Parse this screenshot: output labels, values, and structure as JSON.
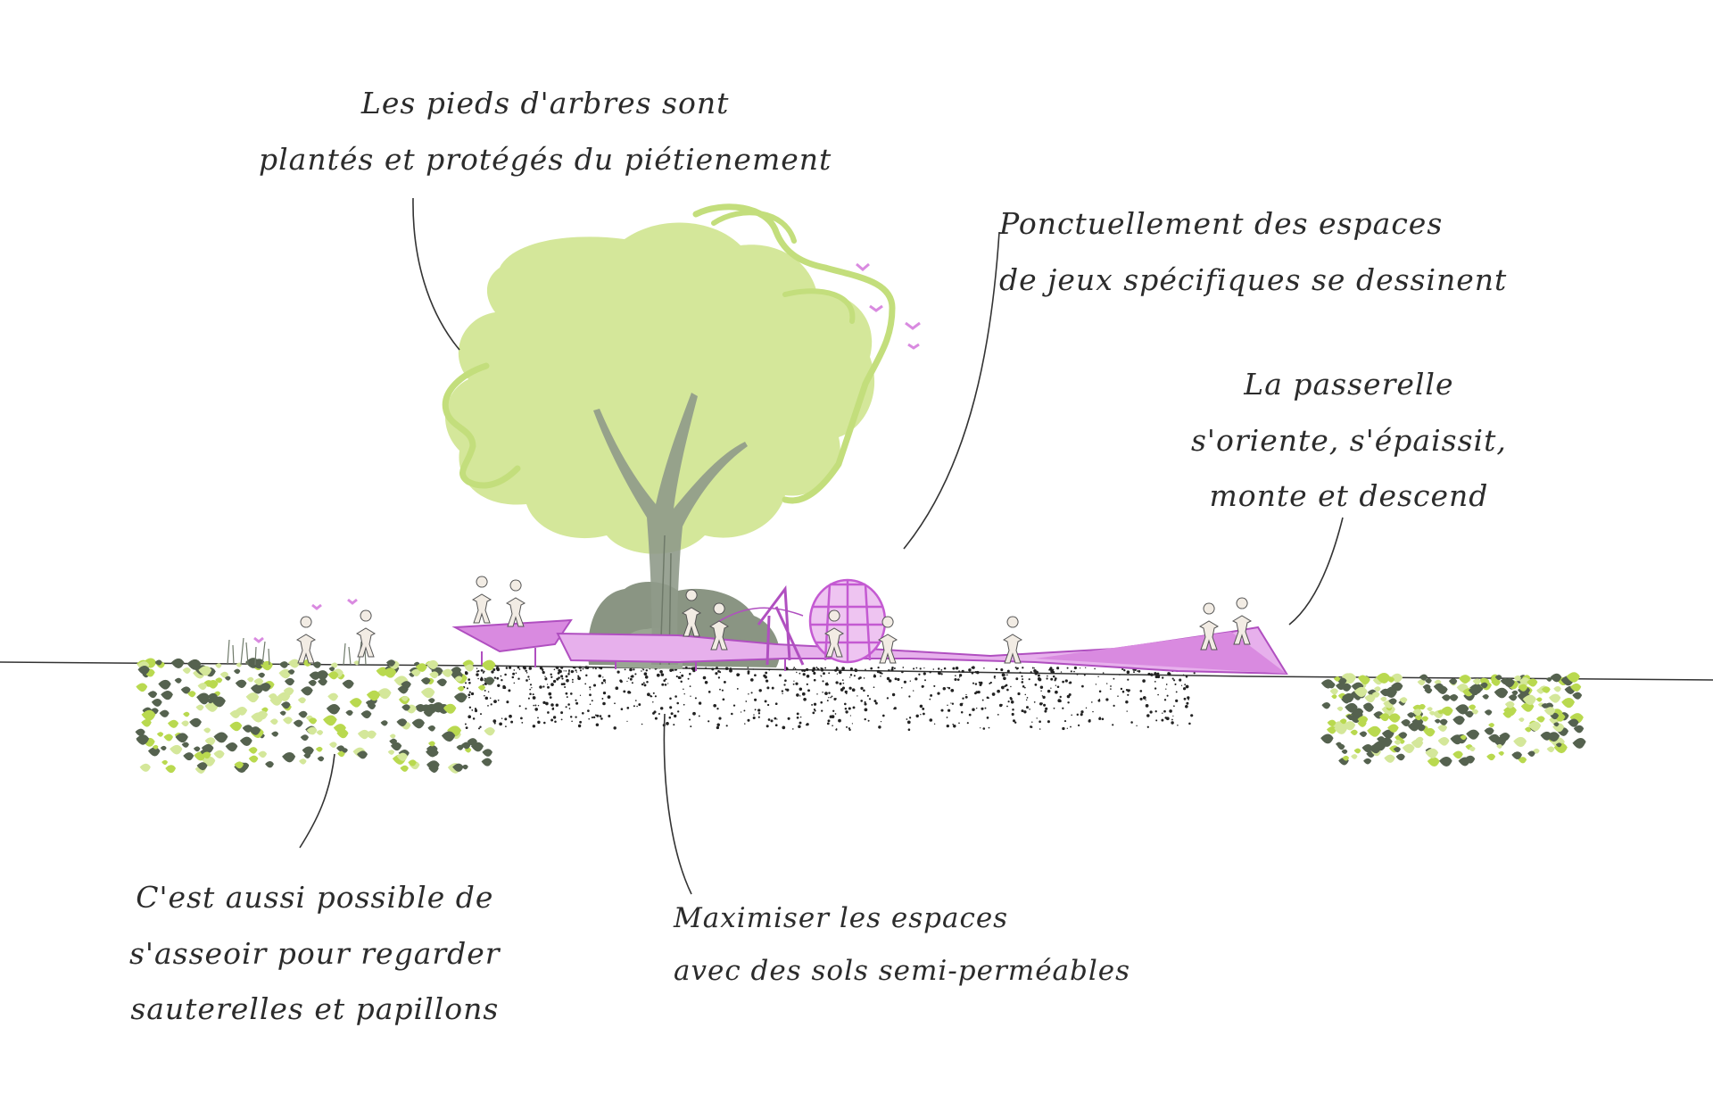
{
  "annotations": {
    "tree_feet": {
      "lines": [
        "Les pieds d'arbres sont",
        "plantés et protégés du piétienement"
      ]
    },
    "play_spaces": {
      "lines": [
        "Ponctuellement des espaces",
        "de jeux spécifiques se dessinent"
      ]
    },
    "footbridge": {
      "lines": [
        "La passerelle",
        "s'oriente, s'épaissit,",
        "monte et descend"
      ]
    },
    "sit_watch": {
      "lines": [
        "C'est aussi possible de",
        "s'asseoir pour regarder",
        "sauterelles et papillons"
      ]
    },
    "permeable_soil": {
      "lines": [
        "Maximiser les espaces",
        "avec des sols semi-perméables"
      ]
    }
  },
  "colors": {
    "foliage": "#d4e79a",
    "foliage_outline": "#c3de7c",
    "trunk": "#8f9a8a",
    "shrub": "#8a9583",
    "dark_leaf": "#55624f",
    "light_leaf": "#b9d94f",
    "footbridge": "#d98ae0",
    "footbridge_line": "#b04fc0",
    "figure": "#f2ece4",
    "ink": "#2b2b2b"
  }
}
